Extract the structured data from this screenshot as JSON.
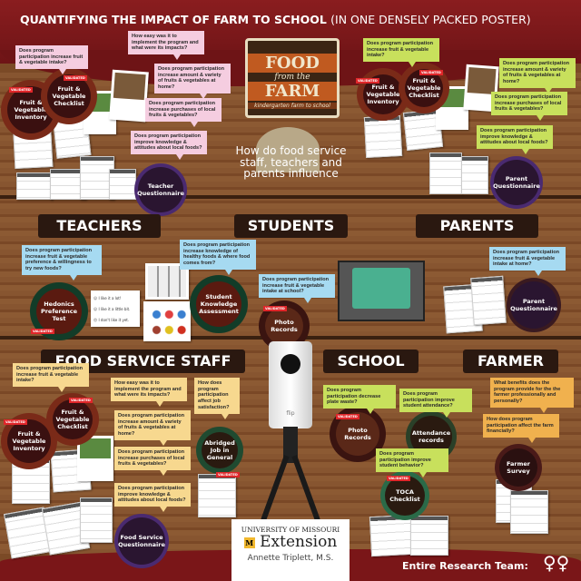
{
  "title": {
    "main": "QUANTIFYING THE IMPACT OF FARM TO SCHOOL",
    "sub": "(IN ONE DENSELY PACKED POSTER)"
  },
  "logo": {
    "line1": "FOOD",
    "line2": "from the",
    "line3": "FARM",
    "line4": "kindergarten farm to school"
  },
  "center_question": "How do food service staff, teachers and parents influence",
  "badge": "VALIDATED",
  "sections": {
    "teachers": "TEACHERS",
    "students": "STUDENTS",
    "parents": "PARENTS",
    "food_service": "FOOD SERVICE STAFF",
    "school": "SCHOOL",
    "farmer": "FARMER"
  },
  "teachers": {
    "q_intake": "Does program participation increase fruit & vegetable intake?",
    "q_easy": "How easy was it to implement the program and what were its impacts?",
    "q_home": "Does program participation increase amount & variety of fruits & vegetables at home?",
    "q_purchases": "Does program participation increase purchases of local fruits & vegetables?",
    "q_knowledge": "Does program participation improve knowledge & attitudes about local foods?",
    "inventory": "Fruit & Vegetable Inventory",
    "checklist": "Fruit & Vegetable Checklist",
    "questionnaire": "Teacher Questionnaire"
  },
  "parents_top": {
    "q_intake": "Does program participation increase fruit & vegetable intake?",
    "q_home": "Does program participation increase amount & variety of fruits & vegetables at home?",
    "q_purchases": "Does program participation increase purchases of local fruits & vegetables?",
    "q_knowledge": "Does program participation improve knowledge & attitudes about local foods?",
    "inventory": "Fruit & Vegetable Inventory",
    "checklist": "Fruit & Vegetable Checklist",
    "questionnaire": "Parent Questionnaire"
  },
  "students": {
    "q_hedonics": "Does program participation increase fruit & vegetable preference & willingness to try new foods?",
    "hedonics": "Hedonics Preference Test",
    "smileys": [
      "I like it a lot!",
      "I like it a little bit.",
      "I don't like it yet."
    ],
    "q_knowledge": "Does program participation increase knowledge of healthy foods & where food comes from?",
    "knowledge": "Student Knowledge Assessment",
    "q_school": "Does program participation increase fruit & vegetable intake at school?",
    "photo": "Photo Records"
  },
  "parents": {
    "q_home": "Does program participation increase fruit & vegetable intake at home?",
    "questionnaire": "Parent Questionnaire"
  },
  "food_service": {
    "q_intake": "Does program participation increase fruit & vegetable intake?",
    "q_easy": "How easy was it to implement the program and what were its impacts?",
    "q_job": "How does program participation affect job satisfaction?",
    "q_home": "Does program participation increase amount & variety of fruits & vegetables at home?",
    "q_purchases": "Does program participation increase purchases of local fruits & vegetables?",
    "q_knowledge": "Does program participation improve knowledge & attitudes about local foods?",
    "inventory": "Fruit & Vegetable Inventory",
    "checklist": "Fruit & Vegetable Checklist",
    "job": "Abridged Job in General",
    "questionnaire": "Food Service Questionnaire"
  },
  "school": {
    "q_waste": "Does program participation decrease plate waste?",
    "q_attendance": "Does program participation improve student attendance?",
    "q_behavior": "Does program participation improve student behavior?",
    "photo": "Photo Records",
    "attendance": "Attendance records",
    "toca": "TOCA Checklist"
  },
  "farmer": {
    "q_benefits": "What benefits does the program provide for the the farmer professionally and personally?",
    "q_financial": "How does program participation affect the farm financially?",
    "survey": "Farmer Survey"
  },
  "camera_brand": "flip",
  "footer": {
    "univ": "UNIVERSITY OF MISSOURI",
    "ext": "Extension",
    "author": "Annette Triplett, M.S.",
    "team": "Entire Research Team:"
  },
  "colors": {
    "teachers": "#f5cde0",
    "students": "#a6daf1",
    "food_service": "#f7d88f",
    "school": "#c8e05c",
    "farmer": "#f0b14e",
    "badge": "#e0262a"
  }
}
